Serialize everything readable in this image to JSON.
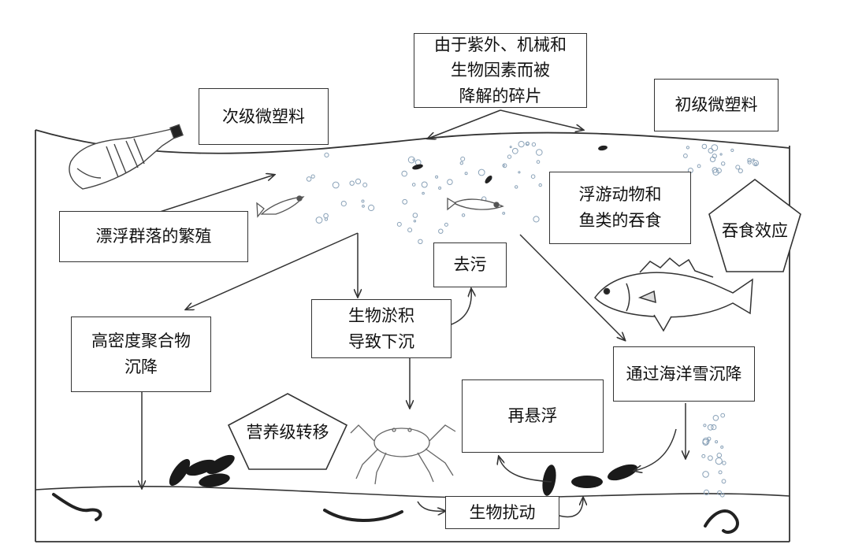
{
  "labels": {
    "degraded_fragments": [
      "由于紫外、机械和",
      "生物因素而被",
      "降解的碎片"
    ],
    "secondary_microplastics": "次级微塑料",
    "primary_microplastics": "初级微塑料",
    "biofouling_colonization": "漂浮群落的繁殖",
    "zooplankton_fish_ingestion": [
      "浮游动物和",
      "鱼类的吞食"
    ],
    "ingestion_effect": "吞食效应",
    "defouling": "去污",
    "high_density_polymer_sinking": [
      "高密度聚合物",
      "沉降"
    ],
    "biofouling_sinking": [
      "生物淤积",
      "导致下沉"
    ],
    "marine_snow_sinking": "通过海洋雪沉降",
    "trophic_transfer": "营养级转移",
    "resuspension": "再悬浮",
    "bioturbation": "生物扰动"
  },
  "colors": {
    "line": "#333333",
    "particle": "#8aa2b8",
    "organism": "#1a1a1a"
  }
}
